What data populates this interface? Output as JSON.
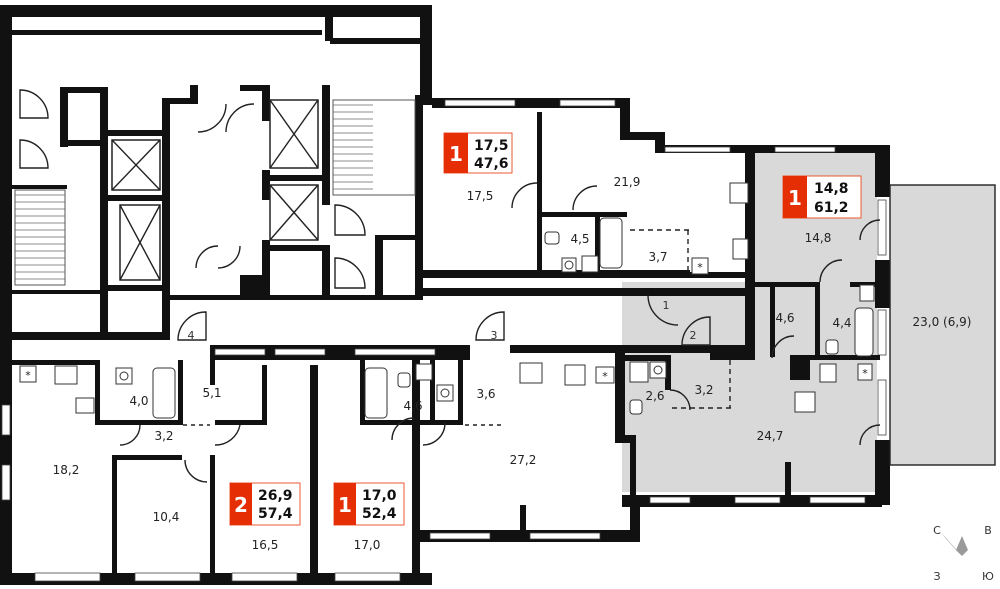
{
  "colors": {
    "wall": "#111111",
    "highlight_fill": "#d9d9d9",
    "badge_red": "#e62e04"
  },
  "apartments": [
    {
      "rooms": "1",
      "living_area": "17,5",
      "total_area": "47,6"
    },
    {
      "rooms": "1",
      "living_area": "14,8",
      "total_area": "61,2"
    },
    {
      "rooms": "2",
      "living_area": "26,9",
      "total_area": "57,4"
    },
    {
      "rooms": "1",
      "living_area": "17,0",
      "total_area": "52,4"
    }
  ],
  "rooms": [
    {
      "area": "17,5"
    },
    {
      "area": "21,9"
    },
    {
      "area": "4,5"
    },
    {
      "area": "3,7"
    },
    {
      "area": "14,8"
    },
    {
      "area": "4,6"
    },
    {
      "area": "4,4"
    },
    {
      "area": "23,0 (6,9)"
    },
    {
      "area": "5,1"
    },
    {
      "area": "4,0"
    },
    {
      "area": "3,2"
    },
    {
      "area": "18,2"
    },
    {
      "area": "10,4"
    },
    {
      "area": "16,5"
    },
    {
      "area": "4,6"
    },
    {
      "area": "3,6"
    },
    {
      "area": "27,2"
    },
    {
      "area": "17,0"
    },
    {
      "area": "2,6"
    },
    {
      "area": "3,2"
    },
    {
      "area": "24,7"
    }
  ],
  "doors": [
    "1",
    "2",
    "3",
    "4"
  ],
  "compass": {
    "north": "С",
    "east": "В",
    "south": "Ю",
    "west": "З"
  },
  "icons": [
    "elevator-icon",
    "stair-icon",
    "sink-icon",
    "toilet-icon",
    "bathtub-icon",
    "stove-icon",
    "washing-machine-icon",
    "ventilation-shaft-icon"
  ]
}
